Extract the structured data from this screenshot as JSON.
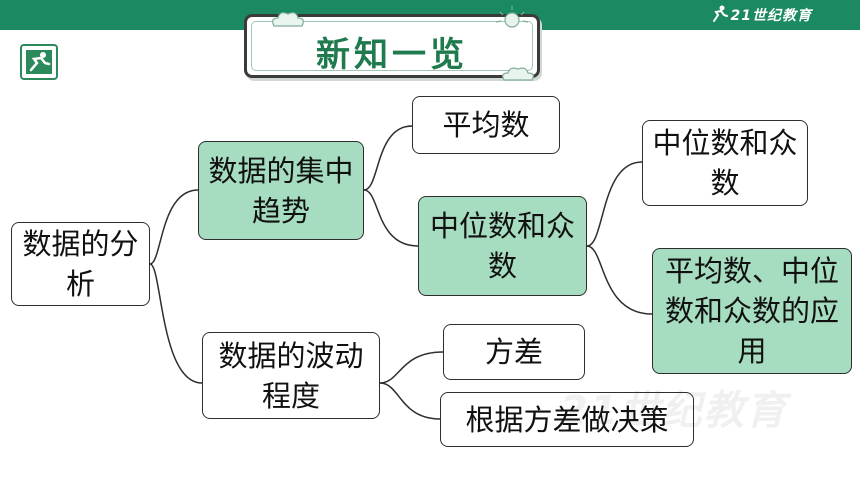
{
  "header": {
    "brand": "21世纪教育",
    "accent_color": "#1b8a60"
  },
  "title": "新知一览",
  "nodes": {
    "root": "数据的分析",
    "central": "数据的集中趋势",
    "spread": "数据的波动程度",
    "mean": "平均数",
    "median_mode": "中位数和众数",
    "median_mode_sub": "中位数和众数",
    "application": "平均数、中位数和众数的应用",
    "variance": "方差",
    "decision": "根据方差做决策"
  },
  "watermark": "21世纪教育",
  "colors": {
    "highlight_fill": "#a6dcc0",
    "border": "#2e2e2e"
  }
}
